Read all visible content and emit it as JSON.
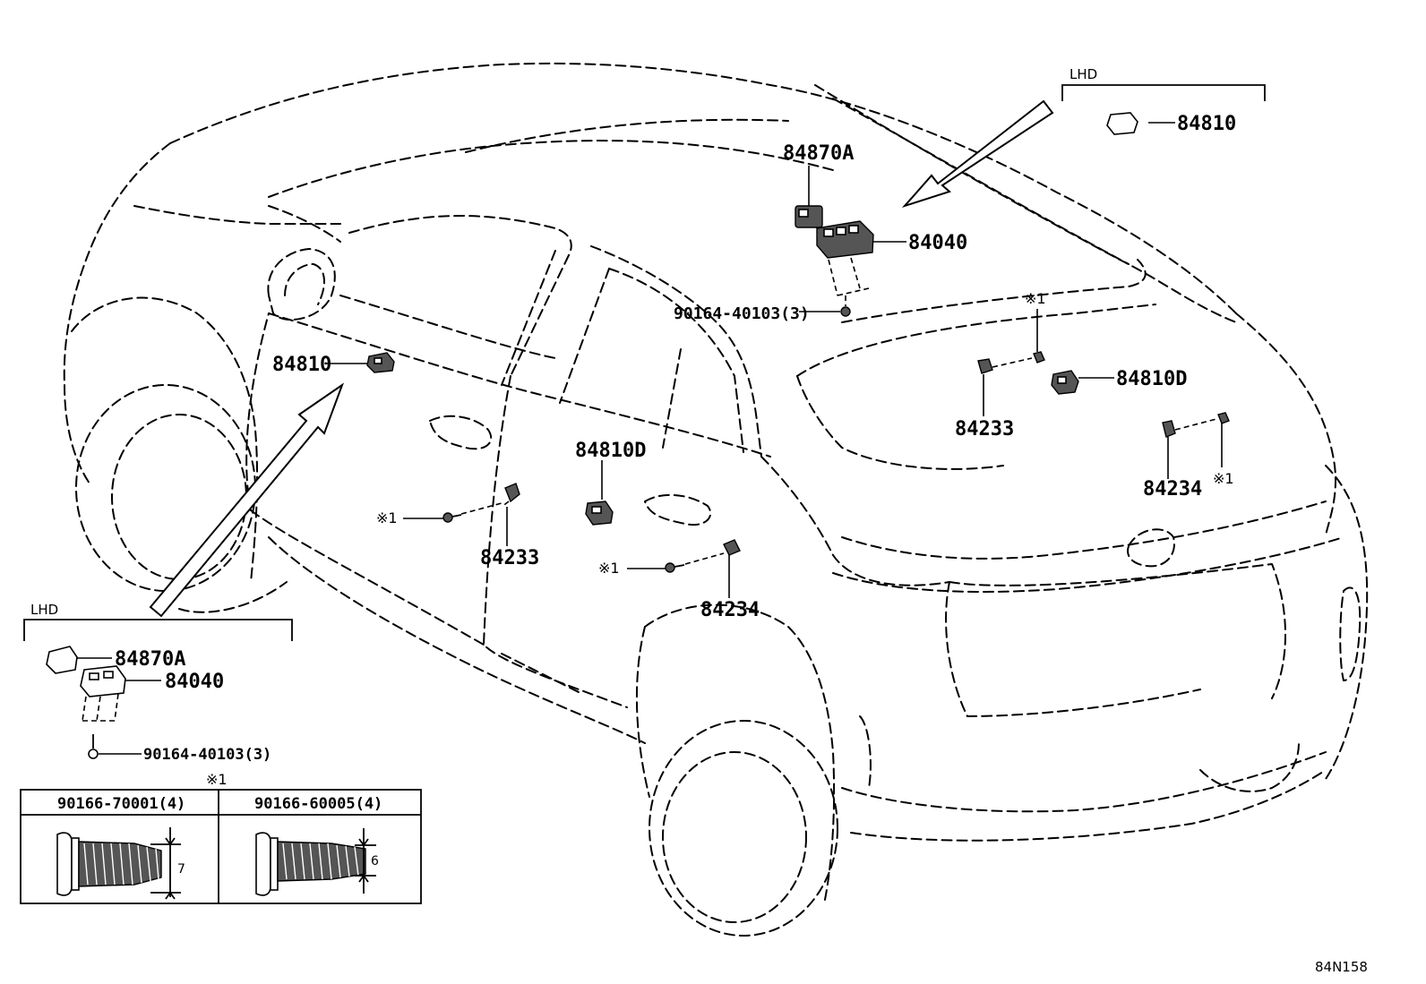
{
  "figure_id": "84N158",
  "callouts": {
    "p84810_left": "84810",
    "p84810_lhd": "84810",
    "p84870a_top": "84870A",
    "p84870a_lhd": "84870A",
    "p84040_top": "84040",
    "p84040_lhd": "84040",
    "screw_top": "90164-40103(3)",
    "screw_lhd": "90164-40103(3)",
    "p84810d_door": "84810D",
    "p84810d_rear": "84810D",
    "p84233_front": "84233",
    "p84233_rear": "84233",
    "p84234_front": "84234",
    "p84234_rear": "84234",
    "mark1_a": "※1",
    "mark1_b": "※1",
    "mark1_c": "※1",
    "mark1_d": "※1",
    "mark1_table": "※1"
  },
  "lhd_boxes": {
    "top_right": "LHD",
    "bottom_left": "LHD"
  },
  "screw_table": {
    "columns": [
      "90166-70001(4)",
      "90166-60005(4)"
    ],
    "dims": [
      "7",
      "6"
    ]
  },
  "icons": [
    "arrow-icon",
    "switch-icon",
    "screw-icon",
    "bolt-icon",
    "clip-icon"
  ]
}
